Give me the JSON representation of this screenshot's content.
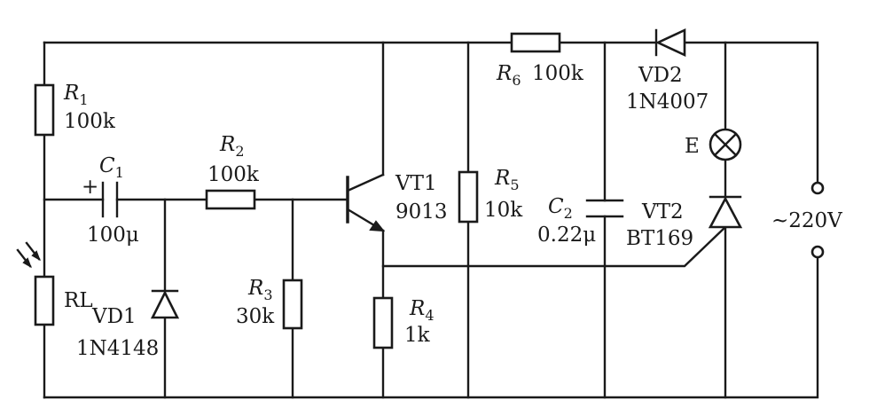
{
  "components": {
    "R1": {
      "sym": "R",
      "sub": "1",
      "value": "100k"
    },
    "R2": {
      "sym": "R",
      "sub": "2",
      "value": "100k"
    },
    "R3": {
      "sym": "R",
      "sub": "3",
      "value": "30k"
    },
    "R4": {
      "sym": "R",
      "sub": "4",
      "value": "1k"
    },
    "R5": {
      "sym": "R",
      "sub": "5",
      "value": "10k"
    },
    "R6": {
      "sym": "R",
      "sub": "6",
      "value": "100k"
    },
    "C1": {
      "sym": "C",
      "sub": "1",
      "value": "100μ",
      "polarity": "+"
    },
    "C2": {
      "sym": "C",
      "sub": "2",
      "value": "0.22μ"
    },
    "RL": {
      "name": "RL"
    },
    "VD1": {
      "name": "VD1",
      "part": "1N4148"
    },
    "VD2": {
      "name": "VD2",
      "part": "1N4007"
    },
    "VT1": {
      "name": "VT1",
      "part": "9013"
    },
    "VT2": {
      "name": "VT2",
      "part": "BT169"
    },
    "E": {
      "name": "E"
    },
    "supply": {
      "label": "~220V"
    }
  }
}
